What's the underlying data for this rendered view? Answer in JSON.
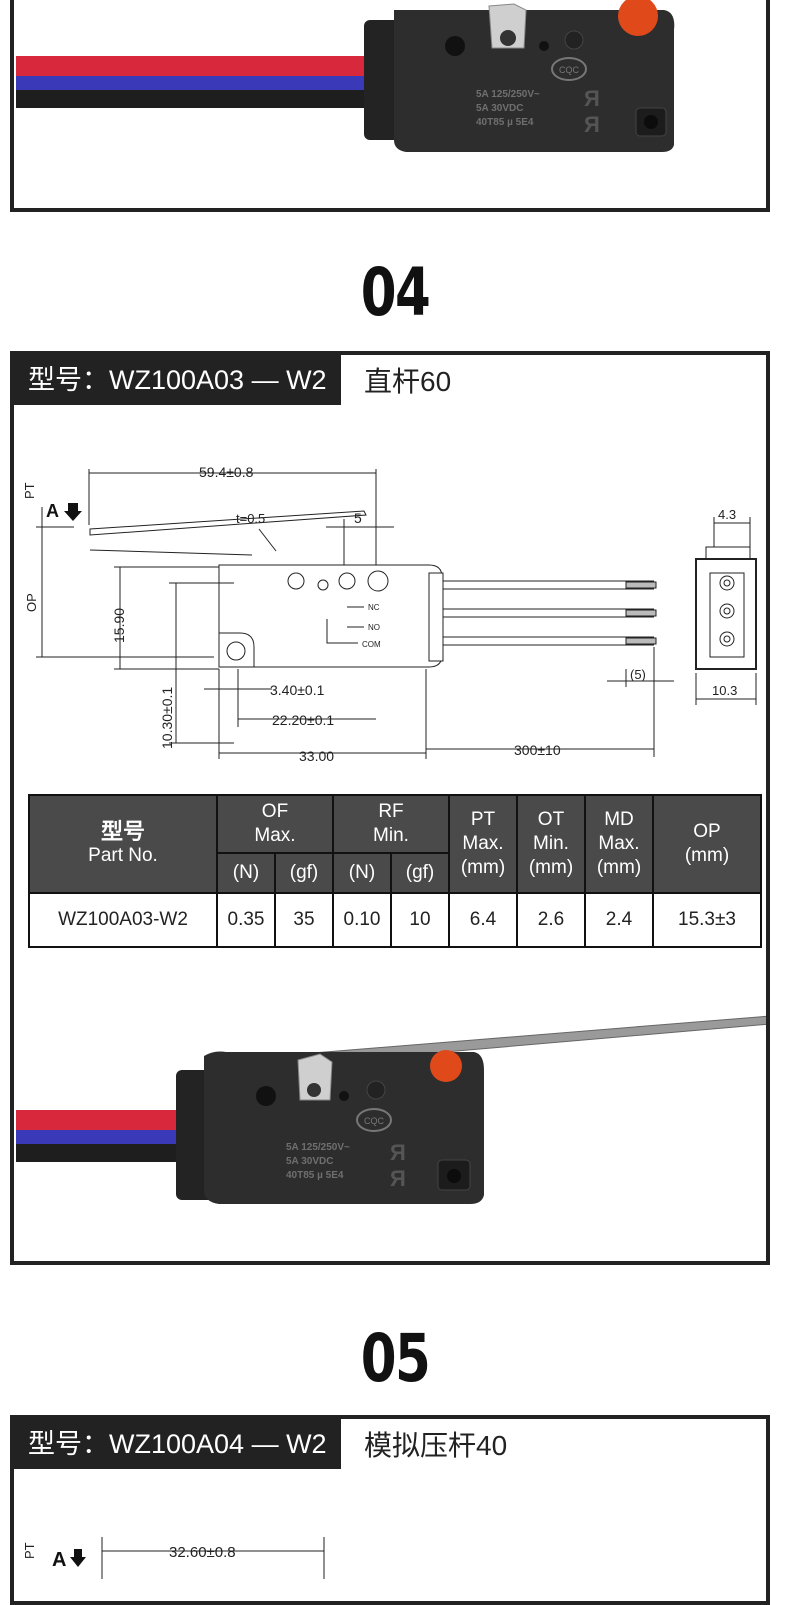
{
  "product_top": {
    "label_lines": [
      "5A 125/250V~",
      "5A 30VDC",
      "40T85  µ 5E4"
    ],
    "cert_mark": "CQC"
  },
  "section4": {
    "number": "04",
    "title": "型号：WZ100A03 — W2",
    "description": "直杆60",
    "drawing": {
      "dim_length": "59.4±0.8",
      "dim_thickness": "t=0.5",
      "dim_5": "5",
      "dim_height": "15.90",
      "dim_hole": "3.40±0.1",
      "dim_vertical": "10.30±0.1",
      "dim_mid": "22.20±0.1",
      "dim_body": "33.00",
      "dim_wire": "300±10",
      "dim_tip": "(5)",
      "dim_end_top": "4.3",
      "dim_end_bottom": "10.3",
      "label_pt": "PT",
      "label_op": "OP",
      "label_a": "A",
      "terminal_nc": "NC",
      "terminal_no": "NO",
      "terminal_com": "COM"
    },
    "table": {
      "h_part_cn": "型号",
      "h_part_en": "Part No.",
      "h_of": "OF",
      "h_of_sub": "Max.",
      "h_rf": "RF",
      "h_rf_sub": "Min.",
      "h_pt": "PT",
      "h_pt_sub": "Max.",
      "h_ot": "OT",
      "h_ot_sub": "Min.",
      "h_md": "MD",
      "h_md_sub": "Max.",
      "h_op": "OP",
      "unit_mm": "(mm)",
      "unit_n": "(N)",
      "unit_gf": "(gf)",
      "row": {
        "part": "WZ100A03-W2",
        "of_n": "0.35",
        "of_gf": "35",
        "rf_n": "0.10",
        "rf_gf": "10",
        "pt": "6.4",
        "ot": "2.6",
        "md": "2.4",
        "op": "15.3±3"
      }
    },
    "product": {
      "label_lines": [
        "5A 125/250V~",
        "5A 30VDC",
        "40T85  µ 5E4"
      ],
      "cert_mark": "CQC"
    }
  },
  "section5": {
    "number": "05",
    "title": "型号：WZ100A04 — W2",
    "description": "模拟压杆40",
    "drawing": {
      "dim_length": "32.60±0.8",
      "label_pt": "PT",
      "label_a": "A"
    }
  },
  "colors": {
    "wire_red": "#d8283c",
    "wire_blue": "#3a3ab8",
    "wire_black": "#222222",
    "switch_body": "#2c2c2c",
    "button_orange": "#e04a1a",
    "panel_border": "#222222"
  }
}
